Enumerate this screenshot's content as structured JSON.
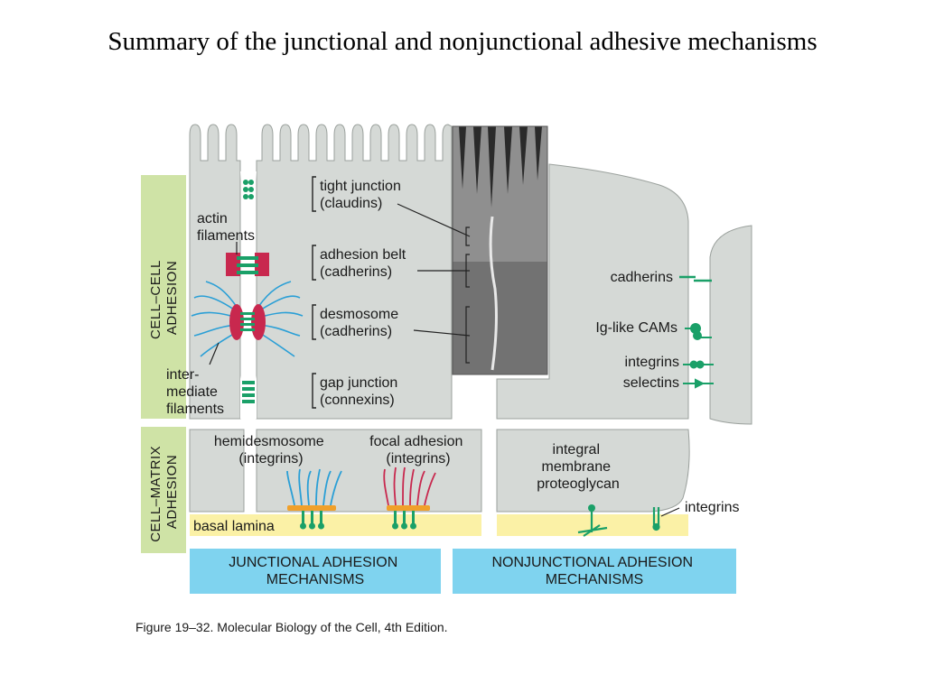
{
  "slide": {
    "title": "Summary of the junctional and nonjunctional adhesive mechanisms"
  },
  "side_labels": {
    "cell_cell": [
      "CELL–CELL",
      "ADHESION"
    ],
    "cell_matrix": [
      "CELL–MATRIX",
      "ADHESION"
    ]
  },
  "junction_labels": {
    "actin": [
      "actin",
      "filaments"
    ],
    "intermediate": [
      "inter-",
      "mediate",
      "filaments"
    ],
    "tight": [
      "tight junction",
      "(claudins)"
    ],
    "belt": [
      "adhesion belt",
      "(cadherins)"
    ],
    "desmosome": [
      "desmosome",
      "(cadherins)"
    ],
    "gap": [
      "gap junction",
      "(connexins)"
    ]
  },
  "nonjunctional_labels": {
    "cadherins": "cadherins",
    "ig_cams": "Ig-like CAMs",
    "integrins": "integrins",
    "selectins": "selectins"
  },
  "matrix_labels": {
    "hemidesmosome": [
      "hemidesmosome",
      "(integrins)"
    ],
    "focal": [
      "focal adhesion",
      "(integrins)"
    ],
    "basal_lamina": "basal lamina",
    "proteoglycan": [
      "integral",
      "membrane",
      "proteoglycan"
    ],
    "integrins_right": "integrins"
  },
  "bottom_bars": {
    "junctional": [
      "JUNCTIONAL ADHESION",
      "MECHANISMS"
    ],
    "nonjunctional": [
      "NONJUNCTIONAL ADHESION",
      "MECHANISMS"
    ]
  },
  "caption": "Figure 19–32. Molecular Biology of the Cell, 4th Edition.",
  "colors": {
    "cell_fill": "#d5d9d6",
    "side_band": "#cfe3a6",
    "basal_lamina": "#fbf1a6",
    "bottom_bar": "#7fd3ef",
    "junction_green": "#1aa068",
    "adhesion_red": "#c8284e",
    "filament_blue": "#2a9fd6",
    "plaque_orange": "#f0a02a"
  }
}
